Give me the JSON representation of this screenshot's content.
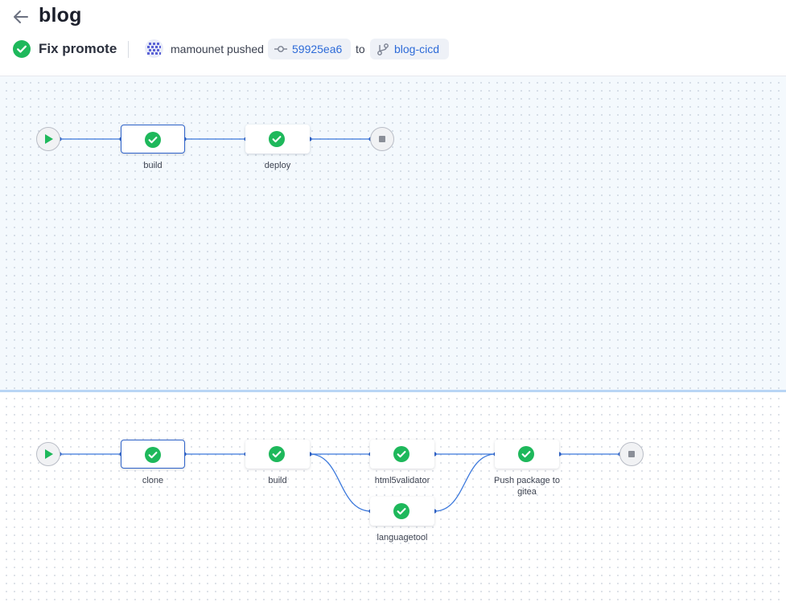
{
  "header": {
    "title": "blog",
    "pipeline_message": "Fix promote",
    "pushed_text": "mamounet pushed",
    "commit": "59925ea6",
    "to_text": "to",
    "branch": "blog-cicd"
  },
  "colors": {
    "success": "#1eb85b",
    "accent": "#2d6bd8",
    "wire": "#3b78dc"
  },
  "icons": {
    "back": "arrow-left-icon",
    "status": "check-circle-icon",
    "commit": "git-commit-icon",
    "branch": "git-branch-icon"
  },
  "promote_pipeline": {
    "steps": [
      {
        "name": "build",
        "status": "success"
      },
      {
        "name": "deploy",
        "status": "success"
      }
    ]
  },
  "push_pipeline": {
    "steps": [
      {
        "name": "clone",
        "status": "success"
      },
      {
        "name": "build",
        "status": "success"
      },
      {
        "name": "html5validator",
        "status": "success"
      },
      {
        "name": "languagetool",
        "status": "success"
      },
      {
        "name": "Push package to gitea",
        "status": "success"
      }
    ]
  }
}
